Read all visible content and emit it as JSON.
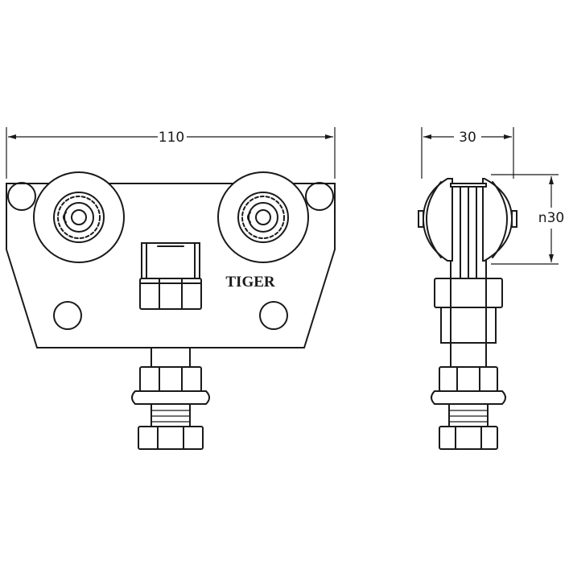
{
  "dimensions": {
    "front_width": "110",
    "side_width": "30",
    "wheel_diameter": "n30"
  },
  "brand": {
    "label": "TIGER"
  }
}
